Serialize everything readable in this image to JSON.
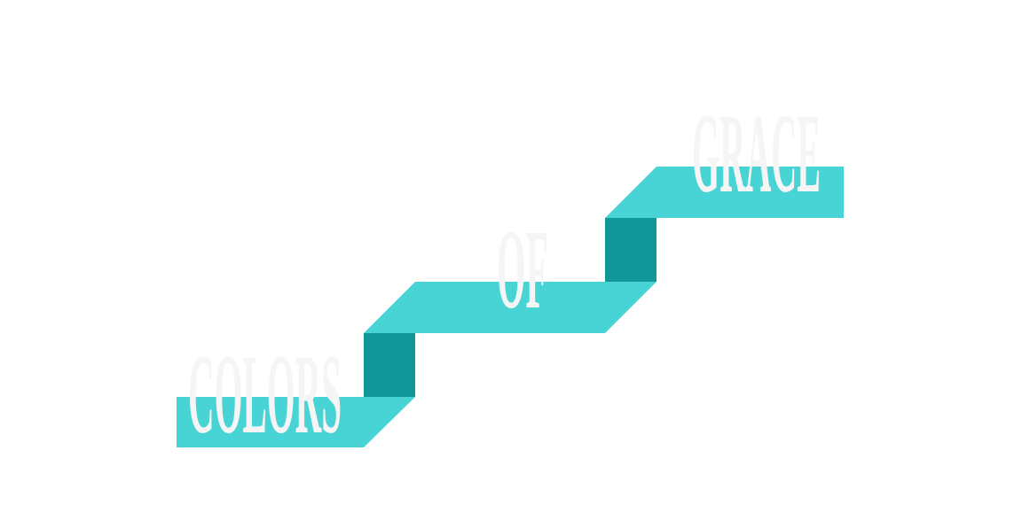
{
  "logo": {
    "words": [
      "COLORS",
      "OF",
      "GRACE"
    ],
    "colors": {
      "band": "#48d4d4",
      "fold": "#109898",
      "text": "#f5f5f5",
      "background": "#ffffff"
    }
  }
}
